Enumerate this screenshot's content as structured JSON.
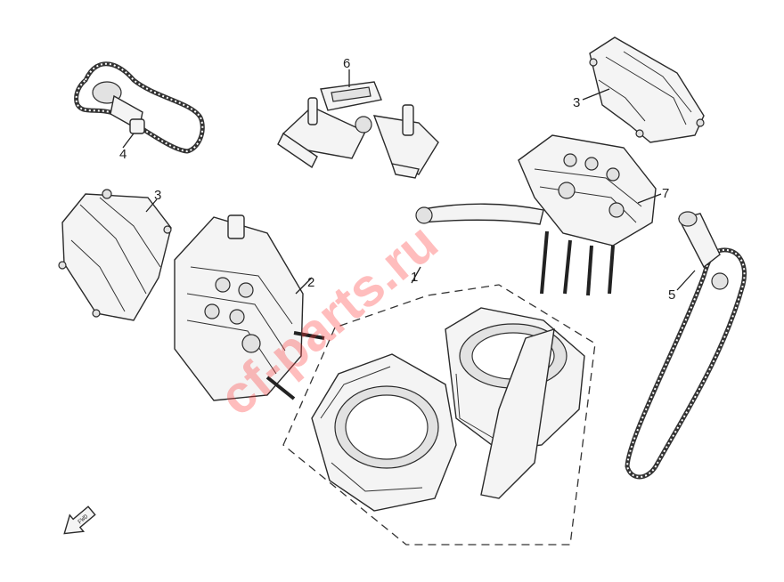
{
  "watermark": "cf-parts.ru",
  "fwd_label": "FWD",
  "callouts": [
    {
      "id": "1",
      "label": "1"
    },
    {
      "id": "2",
      "label": "2"
    },
    {
      "id": "3a",
      "label": "3"
    },
    {
      "id": "3b",
      "label": "3"
    },
    {
      "id": "4",
      "label": "4"
    },
    {
      "id": "5",
      "label": "5"
    },
    {
      "id": "6",
      "label": "6"
    },
    {
      "id": "7",
      "label": "7"
    }
  ],
  "colors": {
    "line": "#222222",
    "watermark": "#ff3b3b",
    "background": "#ffffff"
  }
}
